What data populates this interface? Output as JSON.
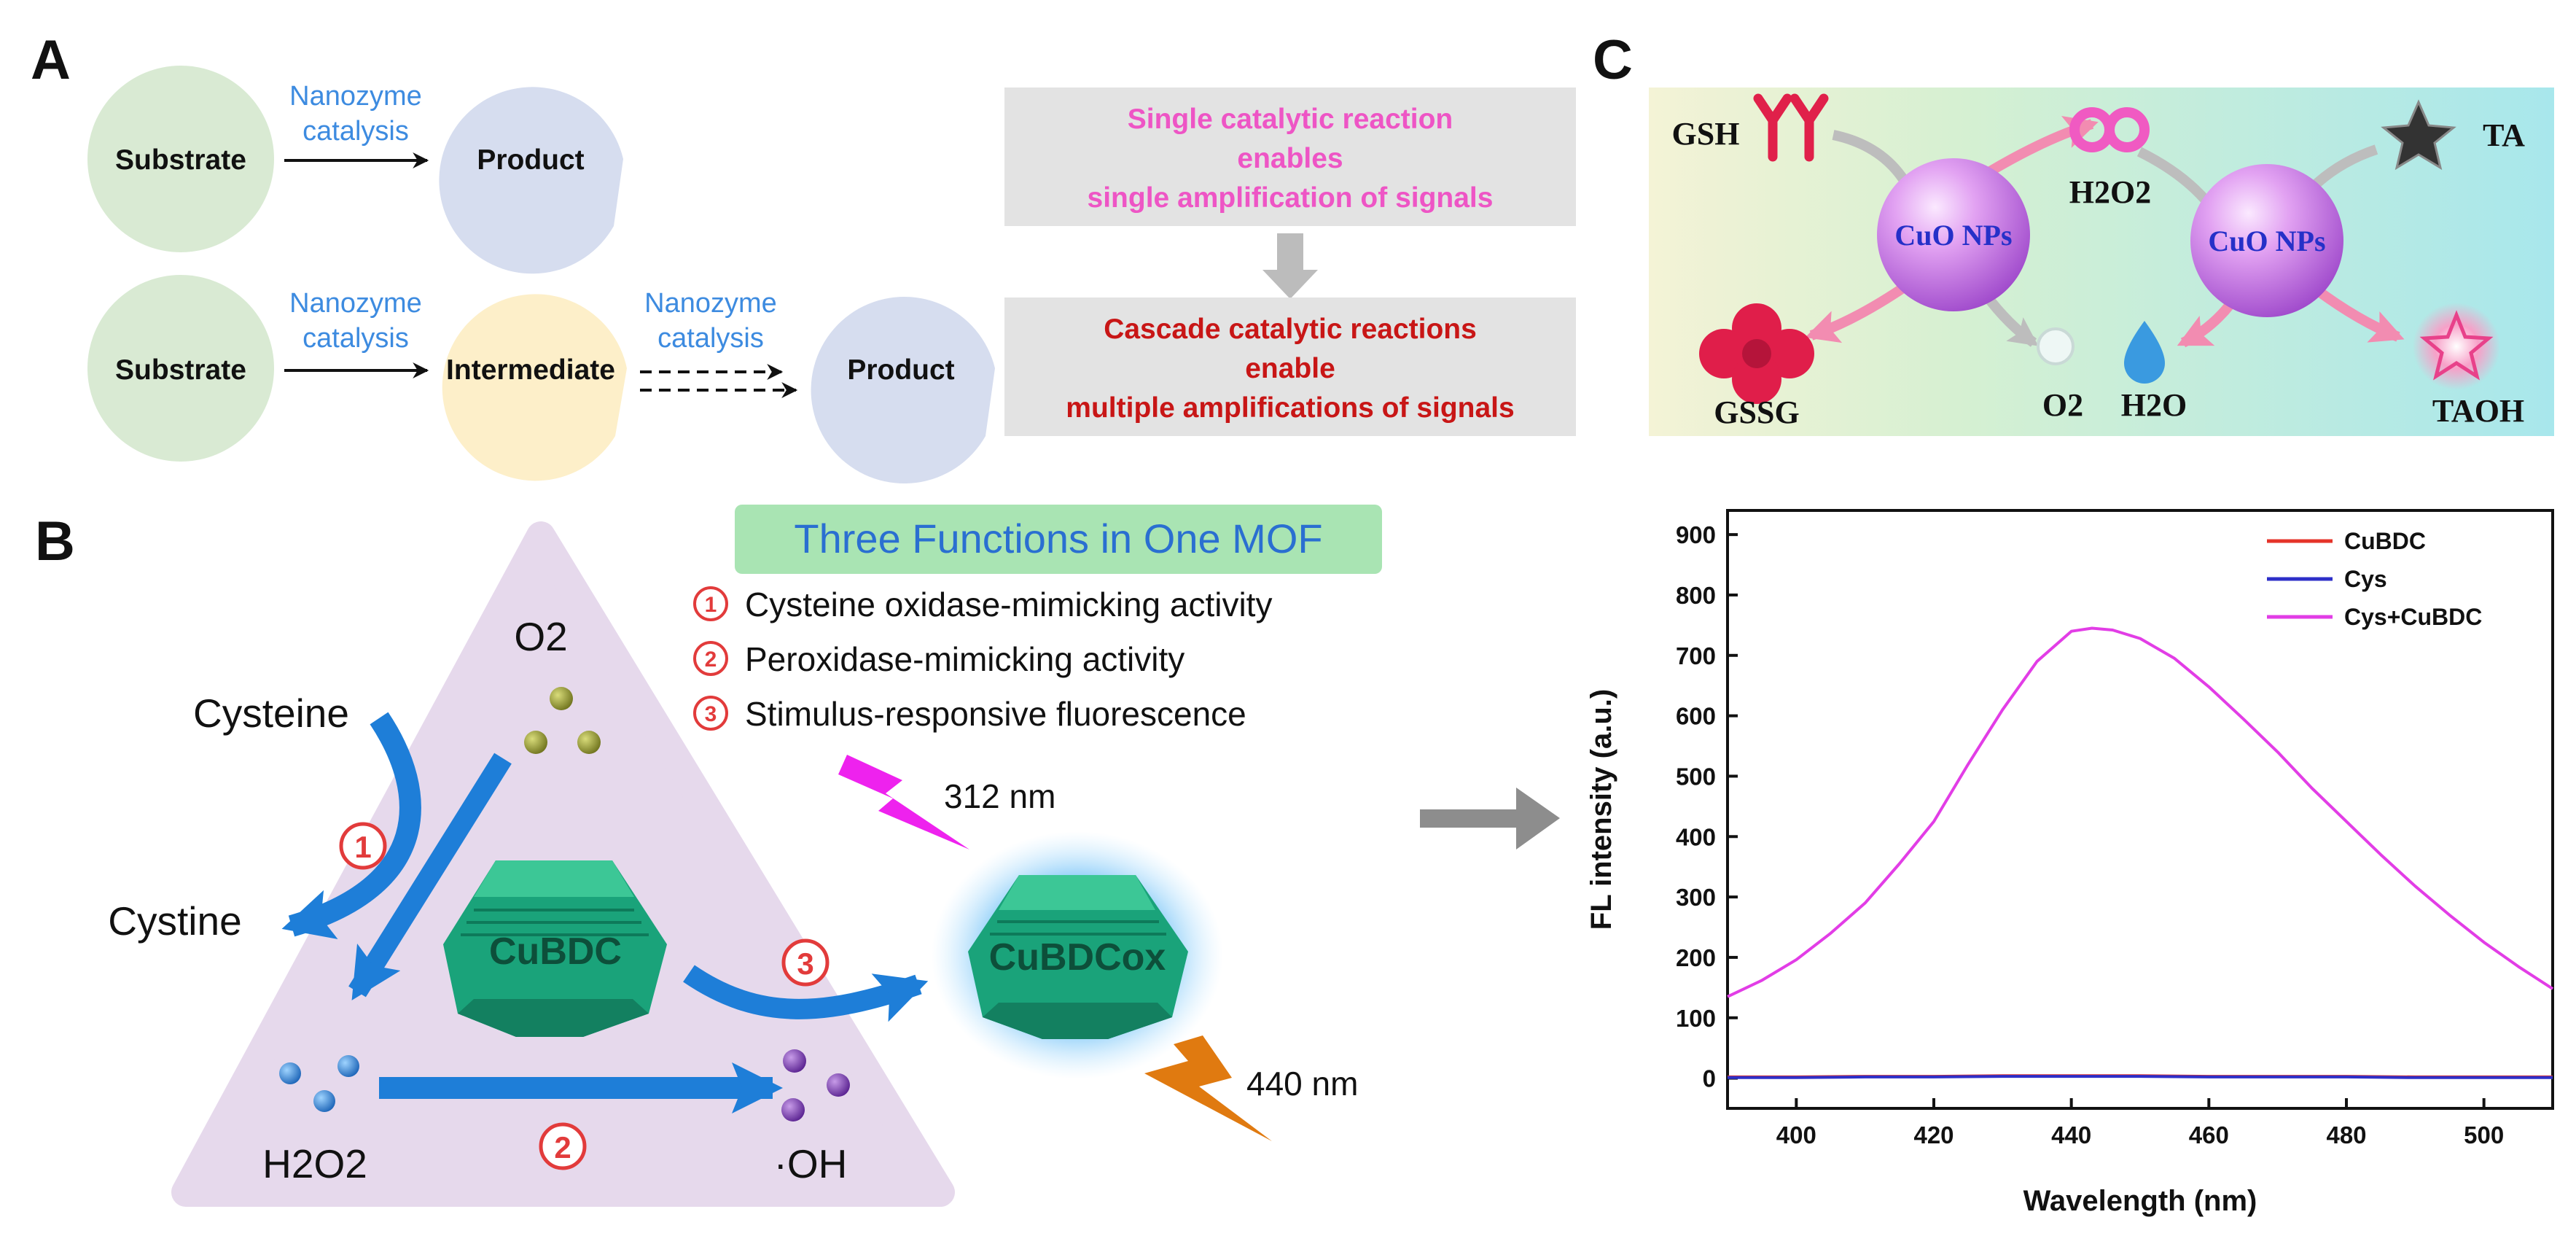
{
  "panelA": {
    "letter": "A",
    "row1": {
      "substrate": "Substrate",
      "arrow_line1": "Nanozyme",
      "arrow_line2": "catalysis",
      "product": "Product"
    },
    "row2": {
      "substrate": "Substrate",
      "arrow1_line1": "Nanozyme",
      "arrow1_line2": "catalysis",
      "intermediate": "Intermediate",
      "arrow2_line1": "Nanozyme",
      "arrow2_line2": "catalysis",
      "product": "Product"
    },
    "box1": {
      "line1": "Single catalytic reaction",
      "line2": "enables",
      "line3": "single amplification of signals"
    },
    "box2": {
      "line1": "Cascade catalytic reactions",
      "line2": "enable",
      "line3": "multiple amplifications of signals"
    }
  },
  "panelB": {
    "letter": "B",
    "title": "Three Functions in One MOF",
    "functions": [
      {
        "num": "1",
        "text": "Cysteine oxidase-mimicking activity"
      },
      {
        "num": "2",
        "text": "Peroxidase-mimicking activity"
      },
      {
        "num": "3",
        "text": "Stimulus-responsive fluorescence"
      }
    ],
    "o2": "O2",
    "cysteine": "Cysteine",
    "cystine": "Cystine",
    "cubdc": "CuBDC",
    "cubdcox": "CuBDCox",
    "h2o2": "H2O2",
    "oh": "·OH",
    "excitation": "312 nm",
    "emission": "440 nm",
    "step1": "1",
    "step2": "2",
    "step3": "3"
  },
  "panelC": {
    "letter": "C",
    "gsh": "GSH",
    "gssg": "GSSG",
    "h2o2": "H2O2",
    "o2": "O2",
    "h2o": "H2O",
    "ta": "TA",
    "taoh": "TAOH",
    "np_left": "CuO NPs",
    "np_right": "CuO NPs"
  },
  "chart_data": {
    "type": "line",
    "xlabel": "Wavelength (nm)",
    "ylabel": "FL intensity (a.u.)",
    "xlim": [
      390,
      510
    ],
    "ylim": [
      -50,
      940
    ],
    "xticks": [
      400,
      420,
      440,
      460,
      480,
      500
    ],
    "yticks": [
      0,
      100,
      200,
      300,
      400,
      500,
      600,
      700,
      800,
      900
    ],
    "legend_position": "top-right",
    "series": [
      {
        "name": "CuBDC",
        "color": "#e5332a",
        "x": [
          390,
          400,
          410,
          420,
          430,
          440,
          450,
          460,
          470,
          480,
          490,
          500,
          510
        ],
        "y": [
          2,
          2,
          3,
          3,
          4,
          4,
          4,
          3,
          3,
          3,
          2,
          2,
          2
        ]
      },
      {
        "name": "Cys",
        "color": "#2d2fc8",
        "x": [
          390,
          400,
          410,
          420,
          430,
          440,
          450,
          460,
          470,
          480,
          490,
          500,
          510
        ],
        "y": [
          1,
          1,
          2,
          2,
          3,
          3,
          3,
          2,
          2,
          2,
          1,
          1,
          1
        ]
      },
      {
        "name": "Cys+CuBDC",
        "color": "#e23de6",
        "x": [
          390,
          395,
          400,
          405,
          410,
          415,
          420,
          425,
          430,
          435,
          440,
          443,
          446,
          450,
          455,
          460,
          465,
          470,
          475,
          480,
          485,
          490,
          495,
          500,
          505,
          510
        ],
        "y": [
          135,
          162,
          196,
          240,
          290,
          355,
          425,
          520,
          610,
          690,
          740,
          745,
          742,
          728,
          695,
          648,
          595,
          540,
          480,
          425,
          370,
          318,
          270,
          225,
          185,
          148
        ]
      }
    ]
  }
}
